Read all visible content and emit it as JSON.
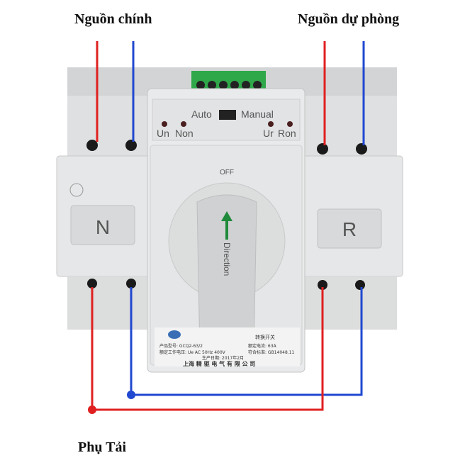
{
  "labels": {
    "main_source": "Nguồn chính",
    "backup_source": "Nguồn dự phòng",
    "load": "Phụ Tải"
  },
  "device": {
    "mode_auto": "Auto",
    "mode_manual": "Manual",
    "indicators": [
      "Un",
      "Non",
      "Ur",
      "Ron"
    ],
    "off_label": "OFF",
    "side_left": "N",
    "side_right": "R",
    "handle_text": "Direction",
    "nameplate": {
      "title": "转换开关",
      "model": "产品型号: GCQ2-63/2",
      "current": "额定电流: 63A",
      "voltage": "额定工作电压: Ue AC 50Hz 400V",
      "standard": "符合标准: GB14048.11",
      "date": "生产日期: 2017年2月",
      "maker": "上海 精 驱 电 气 有 限 公 司"
    }
  },
  "colors": {
    "live_wire": "#e02020",
    "neutral_wire": "#2048d0",
    "terminal_block": "#2fa84a",
    "body": "#d8d9da"
  }
}
